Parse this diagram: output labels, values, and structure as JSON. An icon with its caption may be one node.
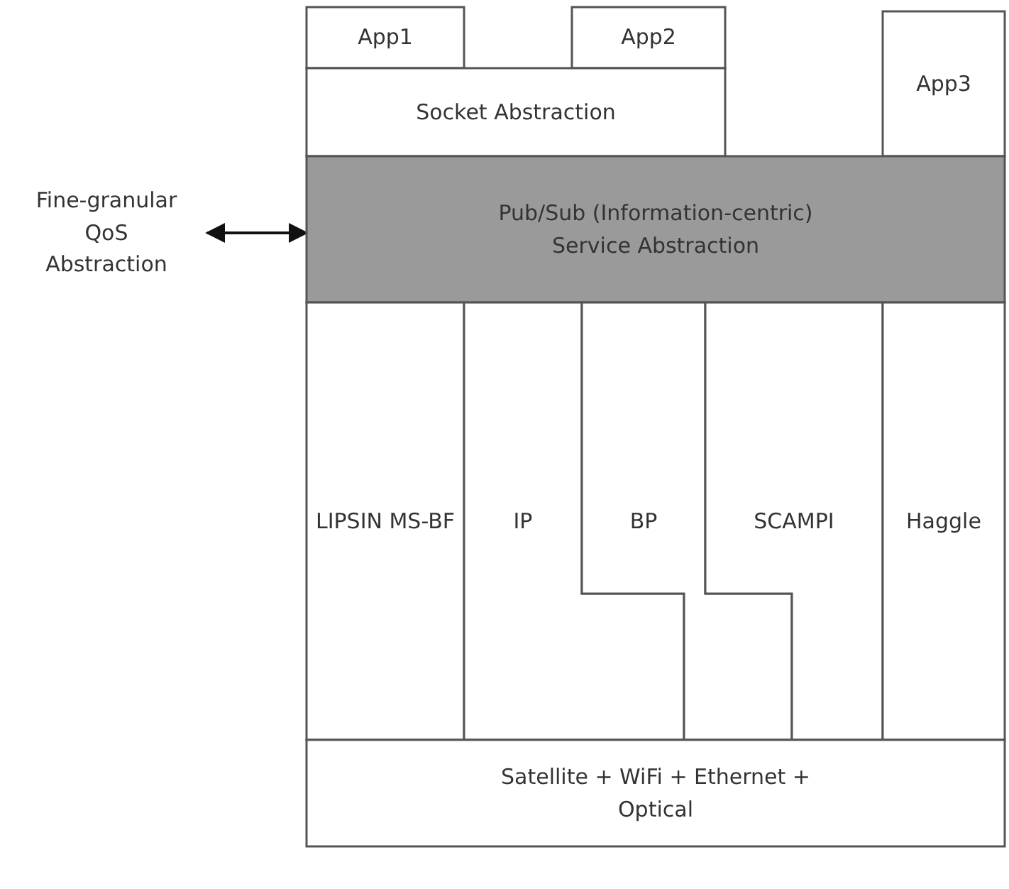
{
  "diagram": {
    "nodes": [
      {
        "text": [
          "App1"
        ]
      },
      {
        "text": [
          "App2"
        ]
      },
      {
        "text": [
          "Socket Abstraction"
        ]
      },
      {
        "text": [
          "App3"
        ]
      },
      {
        "text": [
          "Fine-granular QoS Abstraction"
        ]
      },
      {
        "text": [
          "Pub/Sub (Information-centric) Service Abstraction"
        ]
      },
      {
        "text": [
          "LIPSIN MS-BF"
        ]
      },
      {
        "text": [
          "IP"
        ]
      },
      {
        "text": [
          "BP"
        ]
      },
      {
        "text": [
          "SCAMPI"
        ]
      },
      {
        "text": [
          "Haggle"
        ]
      },
      {
        "text": [
          "Satellite + WiFi + Ethernet + Optical"
        ]
      }
    ],
    "edges": [
      {
        "from": 4,
        "to": 5,
        "arrow": "both"
      }
    ]
  }
}
